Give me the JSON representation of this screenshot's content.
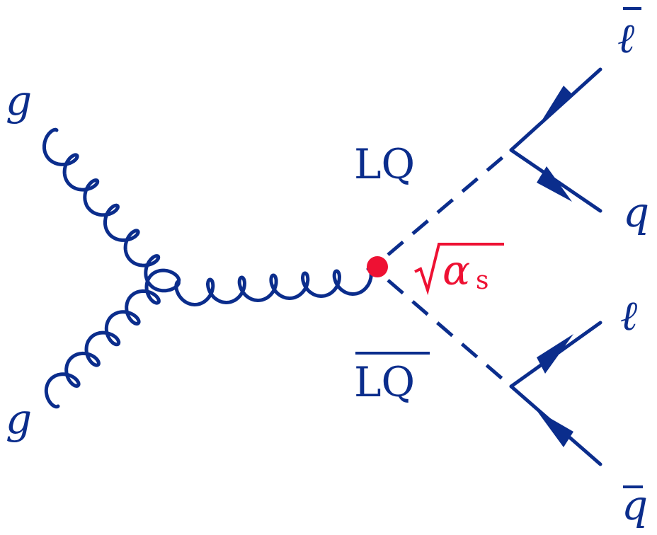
{
  "labels": {
    "gluon_top": "g",
    "gluon_bottom": "g",
    "lq": "LQ",
    "lq_bar": "LQ",
    "coupling_symbol": "α",
    "coupling_subscript": "s",
    "lepton_bar": "ℓ",
    "quark_top": "q",
    "lepton": "ℓ",
    "quark_bar": "q"
  },
  "colors": {
    "lines": "#0b2d8c",
    "vertex": "#ee1133",
    "coupling_text": "#ee1133"
  }
}
